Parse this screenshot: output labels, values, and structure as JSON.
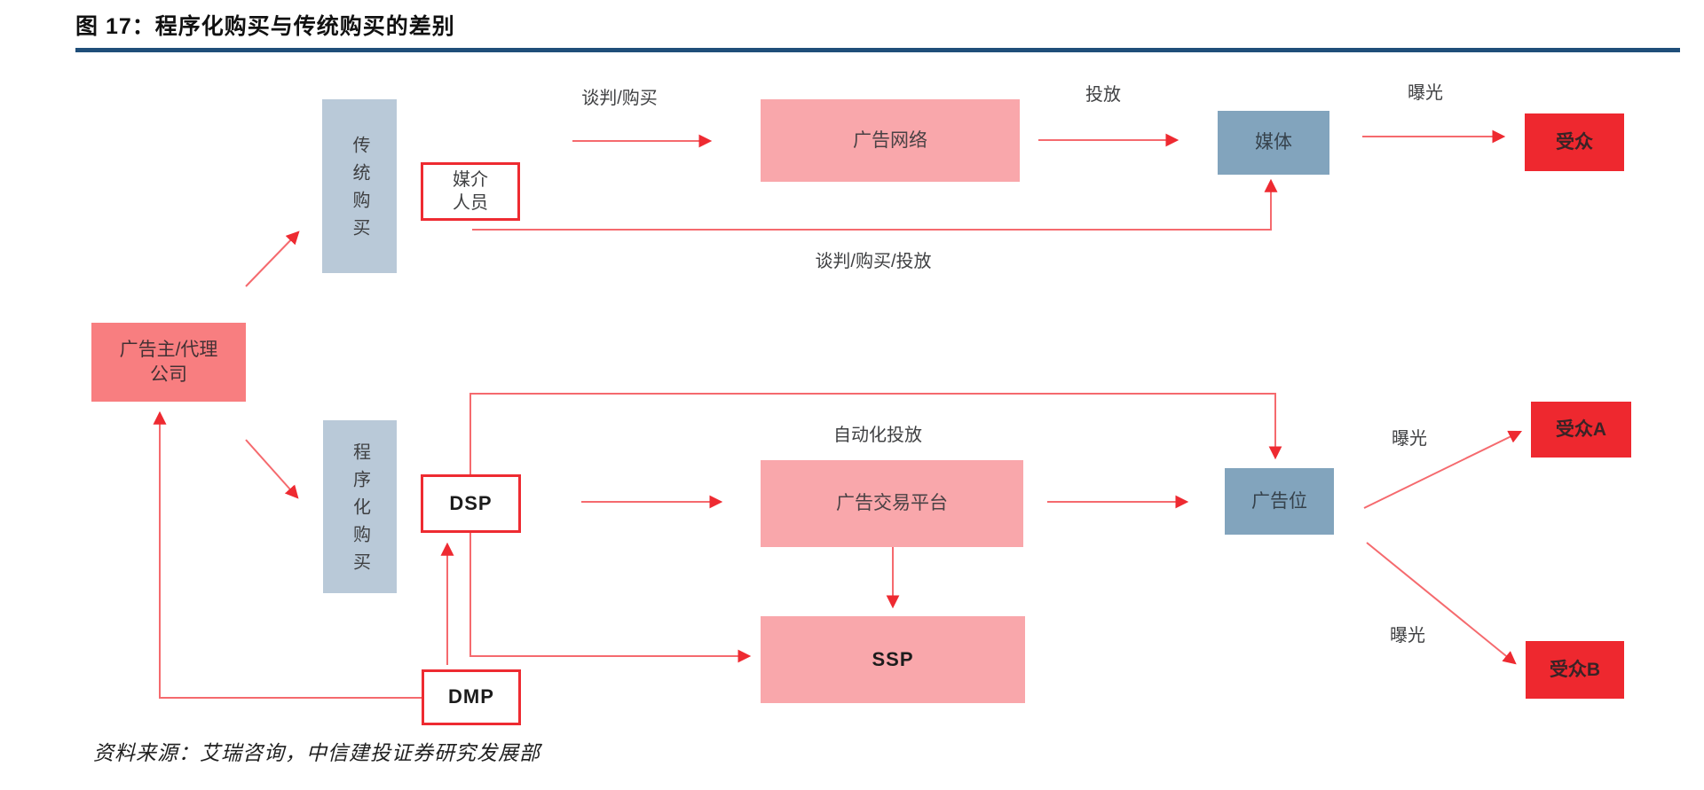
{
  "figure": {
    "title": "图 17：程序化购买与传统购买的差别",
    "source": "资料来源：艾瑞咨询，中信建投证券研究发展部"
  },
  "nodes": {
    "advertiser": {
      "line1": "广告主/代理",
      "line2": "公司"
    },
    "trad_buy": {
      "label": "传统购买"
    },
    "media_staff": {
      "line1": "媒介",
      "line2": "人员"
    },
    "ad_network": {
      "label": "广告网络"
    },
    "media": {
      "label": "媒体"
    },
    "audience": {
      "label": "受众"
    },
    "prog_buy": {
      "label": "程序化购买"
    },
    "dsp": {
      "label": "DSP"
    },
    "ad_exchange": {
      "label": "广告交易平台"
    },
    "ssp": {
      "label": "SSP"
    },
    "ad_slot": {
      "label": "广告位"
    },
    "audience_a": {
      "label": "受众A"
    },
    "audience_b": {
      "label": "受众B"
    },
    "dmp": {
      "label": "DMP"
    }
  },
  "edge_labels": {
    "negotiate_buy": "谈判/购买",
    "deliver": "投放",
    "expose_top": "曝光",
    "negotiate_buy_deliver": "谈判/购买/投放",
    "auto_deliver": "自动化投放",
    "expose_a": "曝光",
    "expose_b": "曝光"
  },
  "colors": {
    "title_rule": "#1F4E79",
    "node_light_steel": "#B9C9D8",
    "node_steel": "#82A4BD",
    "node_pink": "#F9A7AB",
    "node_salmon": "#F87E80",
    "node_red": "#EE282F",
    "outline_red": "#EE2B31",
    "arrow_line": "#F56A6E",
    "arrow_head": "#EE2A31",
    "text_dark": "#3F4042"
  }
}
